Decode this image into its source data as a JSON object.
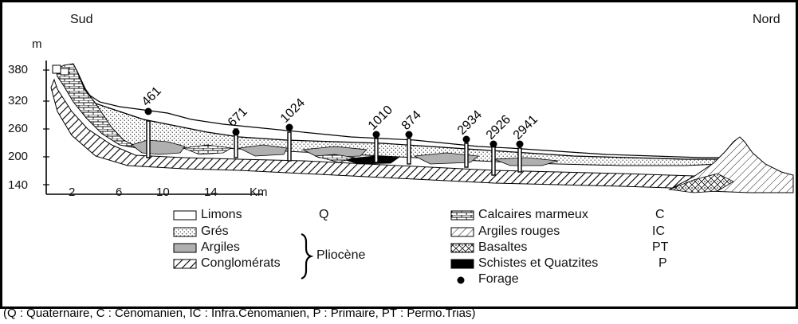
{
  "directions": {
    "left": "Sud",
    "right": "Nord"
  },
  "y_axis": {
    "unit": "m",
    "ticks": [
      "380",
      "320",
      "260",
      "200",
      "140"
    ]
  },
  "x_axis": {
    "ticks": [
      "2",
      "6",
      "10",
      "14"
    ],
    "unit": "Km"
  },
  "boreholes": [
    "461",
    "671",
    "1024",
    "1010",
    "874",
    "2934",
    "2926",
    "2941"
  ],
  "legend": {
    "left": [
      {
        "label": "Limons",
        "code": "Q"
      },
      {
        "label": "Grés",
        "code": ""
      },
      {
        "label": "Argiles",
        "code": ""
      },
      {
        "label": "Conglomérats",
        "code": ""
      }
    ],
    "group_label": "Pliocène",
    "right": [
      {
        "label": "Calcaires marmeux",
        "code": "C"
      },
      {
        "label": "Argiles rouges",
        "code": "IC"
      },
      {
        "label": "Basaltes",
        "code": "PT"
      },
      {
        "label": "Schistes et Quatzites",
        "code": "P"
      },
      {
        "label": "Forage",
        "code": ""
      }
    ]
  },
  "footnote": "(Q : Quaternaire, C : Cénomanien, IC : Infra.Cénomanien, P : Primaire, PT : Permo.Trias)",
  "colors": {
    "argiles": "#b0b0b0",
    "schistes": "#000000",
    "line": "#000000"
  }
}
